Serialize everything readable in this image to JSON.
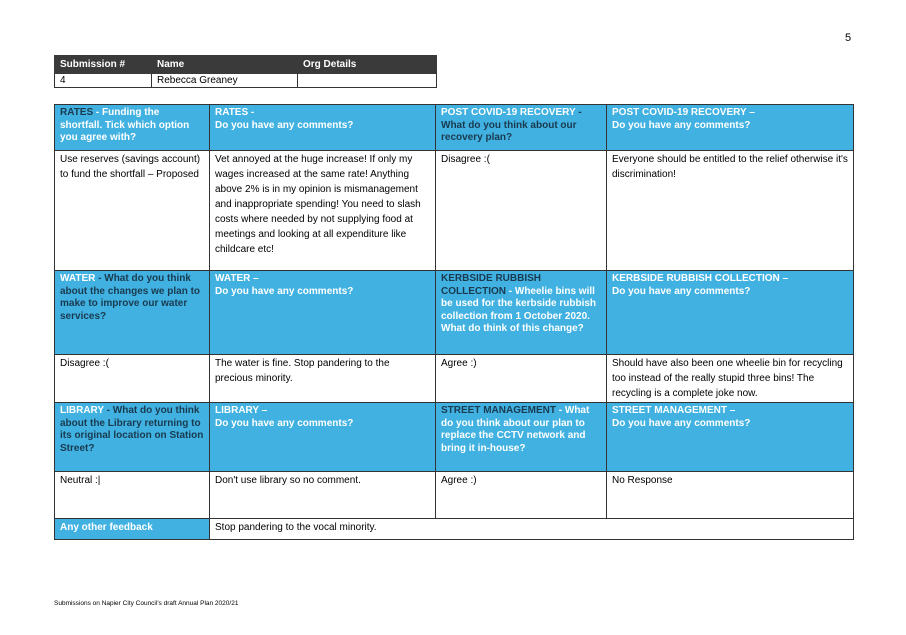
{
  "page_number": "5",
  "submission": {
    "headers": [
      "Submission #",
      "Name",
      "Org Details"
    ],
    "values": [
      "4",
      "Rebecca Greaney",
      ""
    ]
  },
  "sections": {
    "rates": {
      "q1_topic": "RATES",
      "q1_text": " - Funding the shortfall. Tick which option you agree with?",
      "q2_topic": "RATES - ",
      "q2_text": "Do you have any comments?",
      "a1": "Use reserves (savings account) to fund the shortfall – Proposed",
      "a2": "Vet annoyed at the huge increase! If only my wages increased at the same rate! Anything above 2% is in my opinion is mismanagement and inappropriate spending! You need to slash costs where needed by not supplying food at meetings and looking at all expenditure like childcare etc!"
    },
    "covid": {
      "q1_topic": "POST COVID-19 RECOVERY",
      "q1_text": " - What do you think about our recovery plan?",
      "q2_topic": "POST COVID-19 RECOVERY – ",
      "q2_text": "Do you have any comments?",
      "a1": "Disagree :(",
      "a2": "Everyone should be entitled to the relief otherwise it's discrimination!"
    },
    "water": {
      "q1_topic": "WATER",
      "q1_text": " - What do you think about the changes we plan to make to improve our water services?",
      "q2_topic": "WATER – ",
      "q2_text": "Do you have any comments?",
      "a1": "Disagree :(",
      "a2": "The water is fine. Stop pandering to the precious minority."
    },
    "kerbside": {
      "q1_topic": "KERBSIDE RUBBISH COLLECTION",
      "q1_text": " - Wheelie bins will be used for the kerbside rubbish collection from 1 October 2020. What do think of this change?",
      "q2_topic": "KERBSIDE RUBBISH COLLECTION – ",
      "q2_text": "Do you have any comments?",
      "a1": "Agree :)",
      "a2": "Should have also been one wheelie bin for recycling too instead of the really stupid three bins! The recycling is a complete joke now."
    },
    "library": {
      "q1_topic": "LIBRARY",
      "q1_text": " - What do you think about the Library returning to its original location on Station Street?",
      "q2_topic": "LIBRARY – ",
      "q2_text": "Do you have any comments?",
      "a1": "Neutral :|",
      "a2": "Don't use library so no comment."
    },
    "street": {
      "q1_topic": "STREET MANAGEMENT",
      "q1_text": " - What do you think about our plan to replace the CCTV network and bring it in-house?",
      "q2_topic": "STREET MANAGEMENT – ",
      "q2_text": "Do you have any comments?",
      "a1": "Agree :)",
      "a2": "No Response"
    }
  },
  "other_feedback": {
    "label": "Any other feedback",
    "value": "Stop pandering to the vocal minority."
  },
  "footer": "Submissions on Napier City Council's draft Annual Plan 2020/21",
  "colors": {
    "header_bg": "#40b1e1",
    "header_text": "#ffffff",
    "dark_header_bg": "#3a3a3a"
  }
}
